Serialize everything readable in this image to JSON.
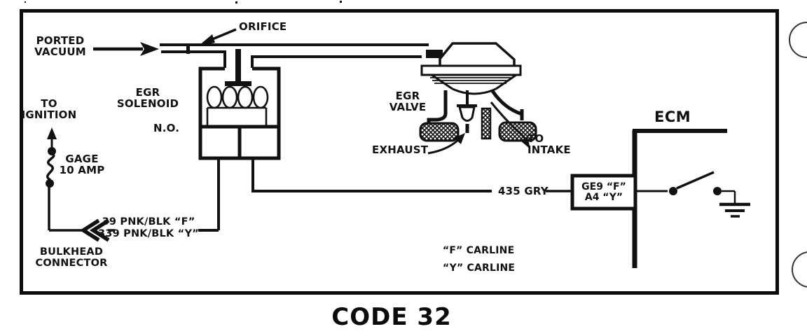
{
  "page": {
    "caption": "CODE 32"
  },
  "colors": {
    "ink": "#111111",
    "paper": "#ffffff"
  },
  "vacuum_section": {
    "ported_vacuum": "PORTED\nVACUUM",
    "orifice": "ORIFICE",
    "egr_solenoid": "EGR\nSOLENOID",
    "solenoid_state": "N.O.",
    "egr_valve": "EGR\nVALVE",
    "exhaust": "EXHAUST",
    "to_intake": "TO\nINTAKE"
  },
  "electrical_section": {
    "to_ignition": "TO\nIGNITION",
    "fuse": "GAGE\n10 AMP",
    "bulkhead_connector": "BULKHEAD\nCONNECTOR",
    "wire_ignition": "39 PNK/BLK “F”\n339 PNK/BLK “Y”",
    "wire_ecm": "435 GRY",
    "ecm_label": "ECM",
    "ecm_connector": "GE9 “F”\nA4 “Y”",
    "note_f": "“F” CARLINE",
    "note_y": "“Y” CARLINE"
  }
}
